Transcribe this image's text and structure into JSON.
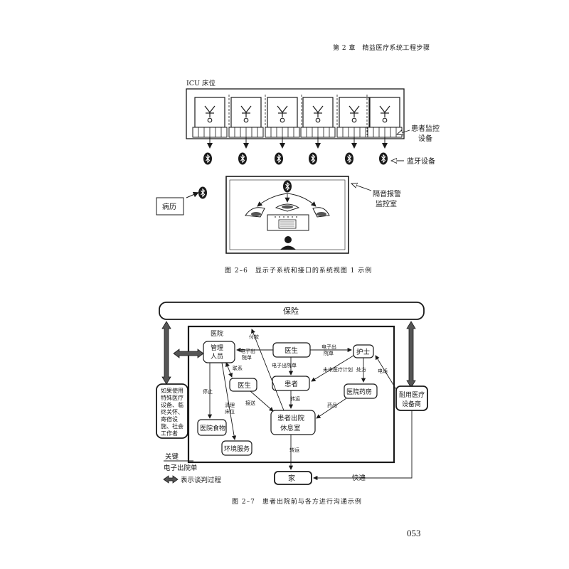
{
  "header": {
    "text": "第 2 章　精益医疗系统工程步骤"
  },
  "page_number": "053",
  "figure1": {
    "icu_label": "ICU 床位",
    "monitor_label_1": "患者监控",
    "monitor_label_2": "设备",
    "bluetooth_label": "蓝牙设备",
    "record_label": "病历",
    "room_label_1": "隔音报警",
    "room_label_2": "监控室",
    "caption": "图 2–6　显示子系统和接口的系统视图 1 示例"
  },
  "figure2": {
    "insurance": "保险",
    "hospital": "医院",
    "manager_1": "管理",
    "manager_2": "人员",
    "doctor_top": "医生",
    "nurse": "护士",
    "doctor_left": "医生",
    "patient": "患者",
    "pharmacy": "医院药房",
    "lounge_1": "患者出院",
    "lounge_2": "休息室",
    "food": "医院食物",
    "env": "环境服务",
    "supplier_1": "耐用医疗",
    "supplier_2": "设备商",
    "workers": [
      "如果使用",
      "特殊医疗",
      "设备、临",
      "终关怀、",
      "寄宿设",
      "施、社会",
      "工作者"
    ],
    "home": "家",
    "express": "快递",
    "payment": "付款",
    "edc1_1": "电子出",
    "edc1_2": "院单",
    "edc2_1": "电子出",
    "edc2_2": "院单",
    "edc3": "电子出院单",
    "contact": "联系",
    "stop": "停止",
    "cleaning_1": "清理",
    "cleaning_2": "床位",
    "pickup": "接送",
    "transfer1": "转运",
    "transfer2": "转运",
    "future_plan": "未来医疗计划",
    "prescription": "处方",
    "phone": "电话",
    "medicine": "药品",
    "legend_key": "关键",
    "legend_edc": "电子出院单",
    "legend_negotiation": "表示谈判过程",
    "caption": "图 2–7　患者出院前与各方进行沟通示例"
  }
}
